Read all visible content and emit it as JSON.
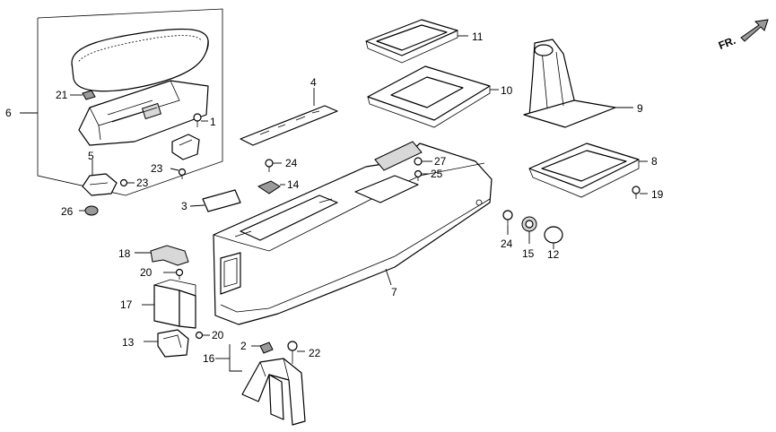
{
  "orientation": {
    "label": "FR."
  },
  "callouts": {
    "c1": "1",
    "c2": "2",
    "c3": "3",
    "c4": "4",
    "c5": "5",
    "c6": "6",
    "c7": "7",
    "c8": "8",
    "c9": "9",
    "c10": "10",
    "c11": "11",
    "c12": "12",
    "c13": "13",
    "c14": "14",
    "c15": "15",
    "c16": "16",
    "c17": "17",
    "c18": "18",
    "c19": "19",
    "c20a": "20",
    "c20b": "20",
    "c21": "21",
    "c22": "22",
    "c23a": "23",
    "c23b": "23",
    "c24a": "24",
    "c24b": "24",
    "c25": "25",
    "c26": "26",
    "c27": "27"
  }
}
